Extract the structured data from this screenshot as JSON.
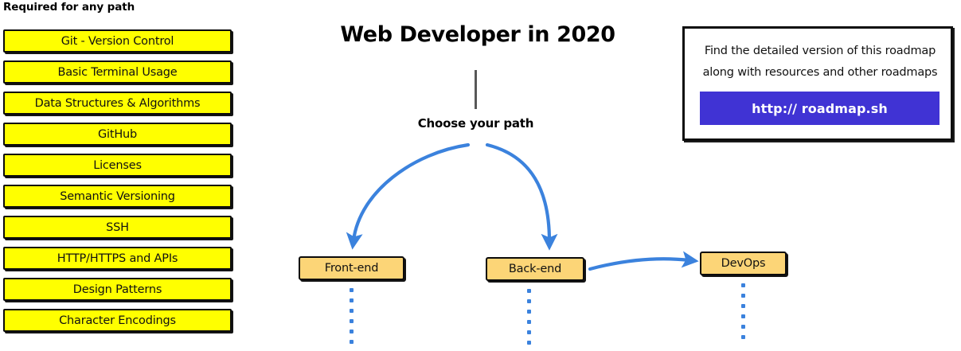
{
  "diagram": {
    "title": "Web Developer in 2020",
    "branch_prompt": "Choose your path"
  },
  "required_section": {
    "heading": "Required for any path",
    "box_color": "#FFFF00",
    "border_color": "#0B0B0B",
    "items": [
      {
        "label": "Git - Version Control"
      },
      {
        "label": "Basic Terminal Usage"
      },
      {
        "label": "Data Structures & Algorithms"
      },
      {
        "label": "GitHub"
      },
      {
        "label": "Licenses"
      },
      {
        "label": "Semantic Versioning"
      },
      {
        "label": "SSH"
      },
      {
        "label": "HTTP/HTTPS and APIs"
      },
      {
        "label": "Design Patterns"
      },
      {
        "label": "Character Encodings"
      }
    ]
  },
  "paths": {
    "box_color": "#FCD577",
    "connector_color": "#3B82DD",
    "stem_color": "#585858",
    "items": [
      {
        "label": "Front-end"
      },
      {
        "label": "Back-end"
      },
      {
        "label": "DevOps"
      }
    ]
  },
  "info_card": {
    "line1": "Find the detailed version of this roadmap",
    "line2": "along with resources and other roadmaps",
    "button_label": "http:// roadmap.sh",
    "button_color": "#4033D4"
  }
}
